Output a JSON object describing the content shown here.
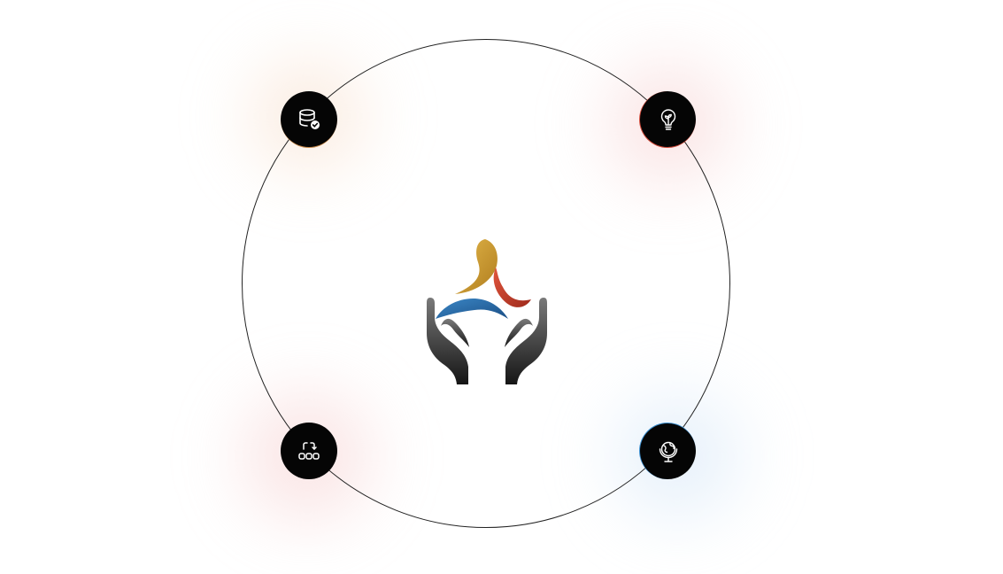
{
  "diagram": {
    "center_logo": "hands-holding-flames-logo",
    "nodes": [
      {
        "position": "top-left",
        "icon": "database-check-icon",
        "glow": "#f6d6be"
      },
      {
        "position": "top-right",
        "icon": "lightbulb-sprout-icon",
        "glow": "#f4c4c4"
      },
      {
        "position": "bottom-left",
        "icon": "workflow-icon",
        "glow": "#f4c4c4"
      },
      {
        "position": "bottom-right",
        "icon": "globe-stand-icon",
        "glow": "#cee2f6"
      }
    ],
    "colors": {
      "ring": "#222222",
      "node_fill": "#050505",
      "logo_gold": "#d4a43a",
      "logo_red": "#c8402e",
      "logo_blue": "#2a6fae",
      "logo_hands": "#2a2a2a"
    }
  }
}
